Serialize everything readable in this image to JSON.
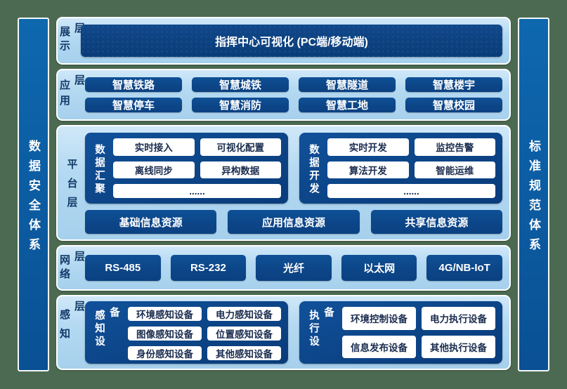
{
  "colors": {
    "frame_green": "#4c6a51",
    "panel_light_blue": "#b4d9f2",
    "navy_block": "#0c4587",
    "display_box_navy": "#0a3e7c",
    "sidebar_blue": "#0c5da3",
    "white_box_text": "#1a2c4e",
    "layer_label_text": "#123a68"
  },
  "sidebars": {
    "left": "数据安全体系",
    "right": "标准规范体系"
  },
  "display_layer": {
    "label": "展示层",
    "box": "指挥中心可视化 (PC端/移动端)"
  },
  "application_layer": {
    "label": "应用层",
    "items": [
      "智慧铁路",
      "智慧城铁",
      "智慧隧道",
      "智慧楼宇",
      "智慧停车",
      "智慧消防",
      "智慧工地",
      "智慧校园"
    ]
  },
  "platform_layer": {
    "label": "平台层",
    "data_aggregation": {
      "label": "数据汇聚",
      "items": [
        "实时接入",
        "可视化配置",
        "离线同步",
        "异构数据"
      ],
      "more": "......"
    },
    "data_development": {
      "label": "数据开发",
      "items": [
        "实时开发",
        "监控告警",
        "算法开发",
        "智能运维"
      ],
      "more": "......"
    },
    "resources": [
      "基础信息资源",
      "应用信息资源",
      "共享信息资源"
    ]
  },
  "network_layer": {
    "label": "网络层",
    "items": [
      "RS-485",
      "RS-232",
      "光纤",
      "以太网",
      "4G/NB-IoT"
    ]
  },
  "perception_layer": {
    "label": "感知层",
    "sensing": {
      "label": "感知设备",
      "items": [
        "环境感知设备",
        "电力感知设备",
        "图像感知设备",
        "位置感知设备",
        "身份感知设备",
        "其他感知设备"
      ]
    },
    "execution": {
      "label": "执行设备",
      "items": [
        "环境控制设备",
        "电力执行设备",
        "信息发布设备",
        "其他执行设备"
      ]
    }
  }
}
